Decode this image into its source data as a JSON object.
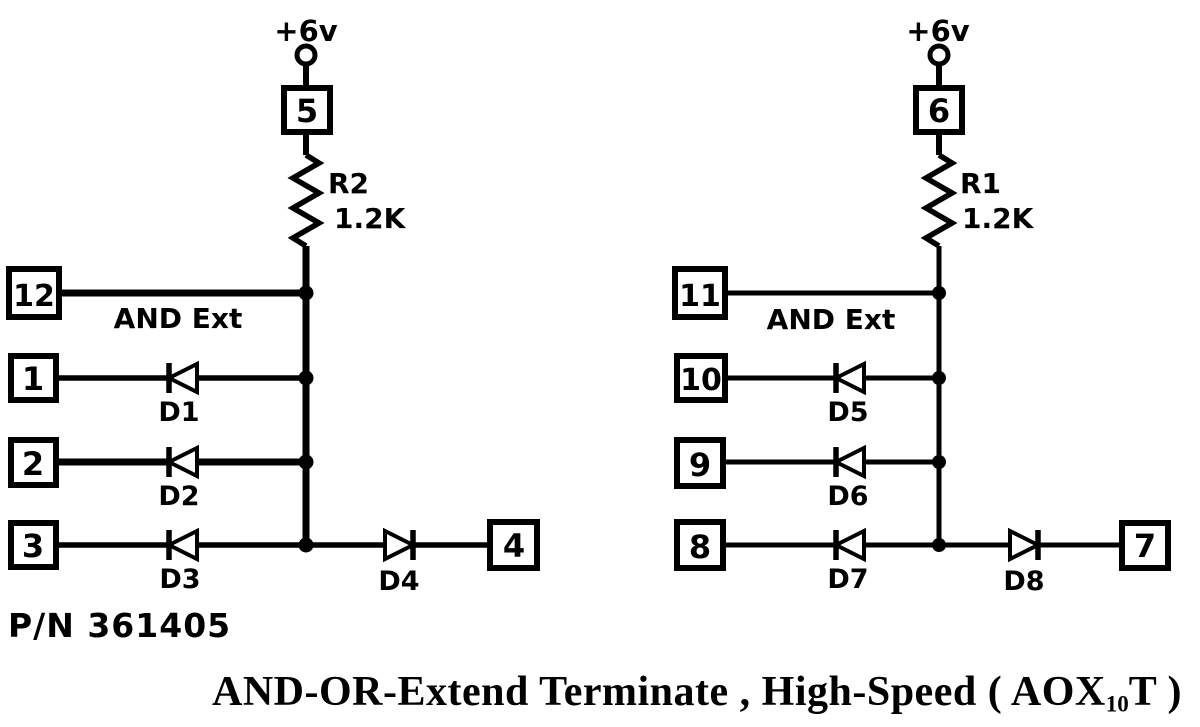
{
  "title": {
    "prefix": "AND-OR-Extend Terminate , High-Speed ( AOX",
    "subscript": "10",
    "suffix": "T )"
  },
  "part_number": "P/N 361405",
  "colors": {
    "ink": "#000000",
    "background": "#ffffff"
  },
  "circuits": [
    {
      "side": "left",
      "supply_label": "+6v",
      "supply_pin": "5",
      "resistor_name": "R2",
      "resistor_value": "1.2K",
      "and_ext_pin": "12",
      "and_ext_label": "AND Ext",
      "input_pins": [
        "1",
        "2",
        "3"
      ],
      "input_diodes": [
        "D1",
        "D2",
        "D3"
      ],
      "output_diode": "D4",
      "output_pin": "4"
    },
    {
      "side": "right",
      "supply_label": "+6v",
      "supply_pin": "6",
      "resistor_name": "R1",
      "resistor_value": "1.2K",
      "and_ext_pin": "11",
      "and_ext_label": "AND Ext",
      "input_pins": [
        "10",
        "9",
        "8"
      ],
      "input_diodes": [
        "D5",
        "D6",
        "D7"
      ],
      "output_diode": "D8",
      "output_pin": "7"
    }
  ]
}
